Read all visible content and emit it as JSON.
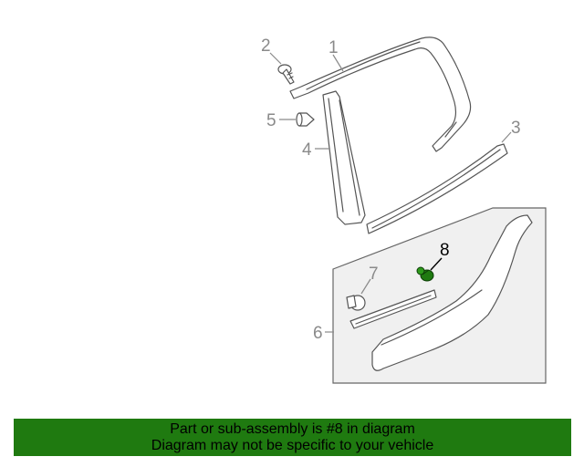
{
  "callouts": {
    "c1": "1",
    "c2": "2",
    "c3": "3",
    "c4": "4",
    "c5": "5",
    "c6": "6",
    "c7": "7",
    "c8": "8"
  },
  "highlighted_part": "8",
  "banner": {
    "line1": "Part or sub-assembly is #8 in diagram",
    "line2": "Diagram may not be specific to your vehicle"
  },
  "colors": {
    "banner_bg": "#1f7a10",
    "highlight_part": "#1f7a10",
    "line_art": "#555555",
    "callout_text": "#8a8a8a",
    "panel_fill": "#f0f0f0"
  }
}
